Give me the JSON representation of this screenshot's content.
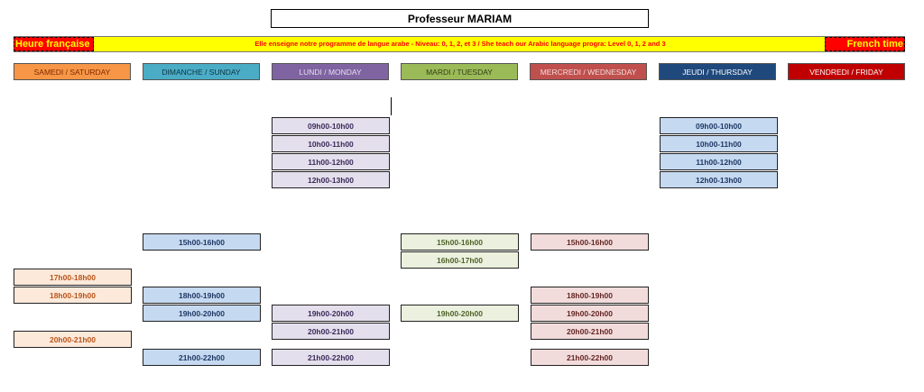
{
  "title": "Professeur MARIAM",
  "banner": {
    "left": "Heure française",
    "center": "Elle enseigne notre programme de langue arabe - Niveau: 0, 1, 2, et 3 / She teach our Arabic language progra: Level 0, 1, 2 and 3",
    "right": "French time"
  },
  "days": {
    "sat": "SAMEDI / SATURDAY",
    "sun": "DIMANCHE / SUNDAY",
    "mon": "LUNDI / MONDAY",
    "tue": "MARDI / TUESDAY",
    "wed": "MERCREDI / WEDNESDAY",
    "thu": "JEUDI / THURSDAY",
    "fri": "VENDREDI / FRIDAY"
  },
  "colors": {
    "sat": "#f79646",
    "sun": "#4bacc6",
    "mon": "#8064a2",
    "tue": "#9bbb59",
    "wed": "#c0504d",
    "thu": "#1f497d",
    "fri": "#c00000"
  },
  "slots": {
    "sat": [
      "17h00-18h00",
      "18h00-19h00",
      "20h00-21h00"
    ],
    "sun": [
      "15h00-16h00",
      "18h00-19h00",
      "19h00-20h00",
      "21h00-22h00"
    ],
    "mon": [
      "09h00-10h00",
      "10h00-11h00",
      "11h00-12h00",
      "12h00-13h00",
      "19h00-20h00",
      "20h00-21h00",
      "21h00-22h00"
    ],
    "tue": [
      "15h00-16h00",
      "16h00-17h00",
      "19h00-20h00"
    ],
    "wed": [
      "15h00-16h00",
      "18h00-19h00",
      "19h00-20h00",
      "20h00-21h00",
      "21h00-22h00"
    ],
    "thu": [
      "09h00-10h00",
      "10h00-11h00",
      "11h00-12h00",
      "12h00-13h00"
    ]
  }
}
